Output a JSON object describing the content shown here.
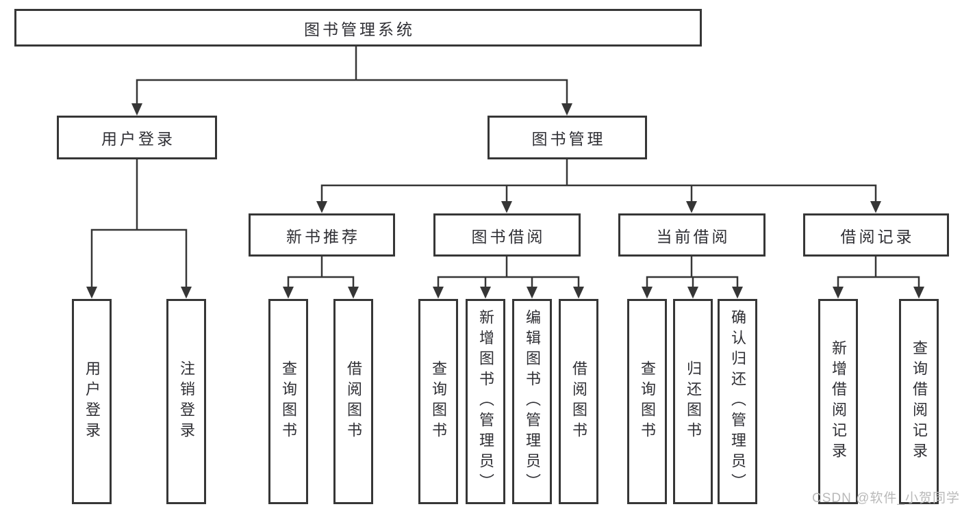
{
  "diagram": {
    "root": {
      "label": "图书管理系统"
    },
    "branches": {
      "user_login": {
        "label": "用户登录",
        "leaves": [
          "用户登录",
          "注销登录"
        ]
      },
      "book_mgmt": {
        "label": "图书管理",
        "sections": {
          "new_book_rec": {
            "label": "新书推荐",
            "leaves": [
              "查询图书",
              "借阅图书"
            ]
          },
          "book_borrow": {
            "label": "图书借阅",
            "leaves": [
              "查询图书",
              "新增图书（管理员）",
              "编辑图书（管理员）",
              "借阅图书"
            ]
          },
          "current_borrow": {
            "label": "当前借阅",
            "leaves": [
              "查询图书",
              "归还图书",
              "确认归还（管理员）"
            ]
          },
          "borrow_records": {
            "label": "借阅记录",
            "leaves": [
              "新增借阅记录",
              "查询借阅记录"
            ]
          }
        }
      }
    }
  },
  "watermark": "CSDN @软件_小贺同学",
  "colors": {
    "line": "#363636",
    "text": "#2f2f34",
    "watermark": "#b9b9b9",
    "background": "#ffffff"
  }
}
